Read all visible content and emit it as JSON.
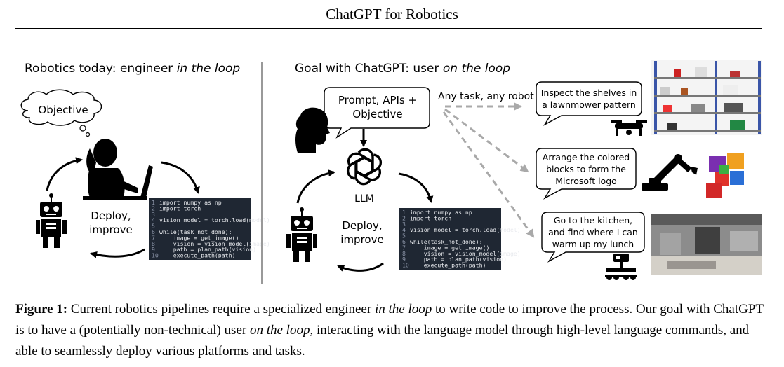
{
  "header": {
    "title": "ChatGPT for Robotics"
  },
  "left_panel": {
    "title_prefix": "Robotics today: engineer ",
    "title_emph": "in the loop",
    "objective": "Objective",
    "deploy_line1": "Deploy,",
    "deploy_line2": "improve"
  },
  "right_panel": {
    "title_prefix": "Goal with ChatGPT: user ",
    "title_emph": "on the loop",
    "prompt_line1": "Prompt, APIs +",
    "prompt_line2": "Objective",
    "llm": "LLM",
    "any_task": "Any task, any robot",
    "deploy_line1": "Deploy,",
    "deploy_line2": "improve"
  },
  "tasks": [
    {
      "line1": "Inspect the shelves in",
      "line2": "a lawnmower pattern",
      "line3": ""
    },
    {
      "line1": "Arrange the colored",
      "line2": "blocks to form the",
      "line3": "Microsoft logo"
    },
    {
      "line1": "Go to the kitchen,",
      "line2": "and find where I can",
      "line3": "warm up my lunch"
    }
  ],
  "code": [
    {
      "n": "1",
      "text": "import numpy as np"
    },
    {
      "n": "2",
      "text": "import torch"
    },
    {
      "n": "3",
      "text": ""
    },
    {
      "n": "4",
      "text": "vision_model = torch.load(model)"
    },
    {
      "n": "5",
      "text": ""
    },
    {
      "n": "6",
      "text": "while(task_not_done):"
    },
    {
      "n": "7",
      "text": "    image = get_image()"
    },
    {
      "n": "8",
      "text": "    vision = vision_model(image)"
    },
    {
      "n": "9",
      "text": "    path = plan_path(vision)"
    },
    {
      "n": "10",
      "text": "    execute_path(path)"
    }
  ],
  "caption": {
    "label": "Figure 1:",
    "part1": " Current robotics pipelines require a specialized engineer ",
    "emph1": "in the loop",
    "part2": " to write code to improve the process. Our goal with ChatGPT is to have a (potentially non-technical) user ",
    "emph2": "on the loop",
    "part3": ", interacting with the language model through high-level language commands, and able to seamlessly deploy various platforms and tasks."
  },
  "colors": {
    "code_bg": "#1f2733",
    "arrow_gray": "#a9a9a9",
    "keyword": "#f5a0c8",
    "function": "#66c2ff"
  }
}
